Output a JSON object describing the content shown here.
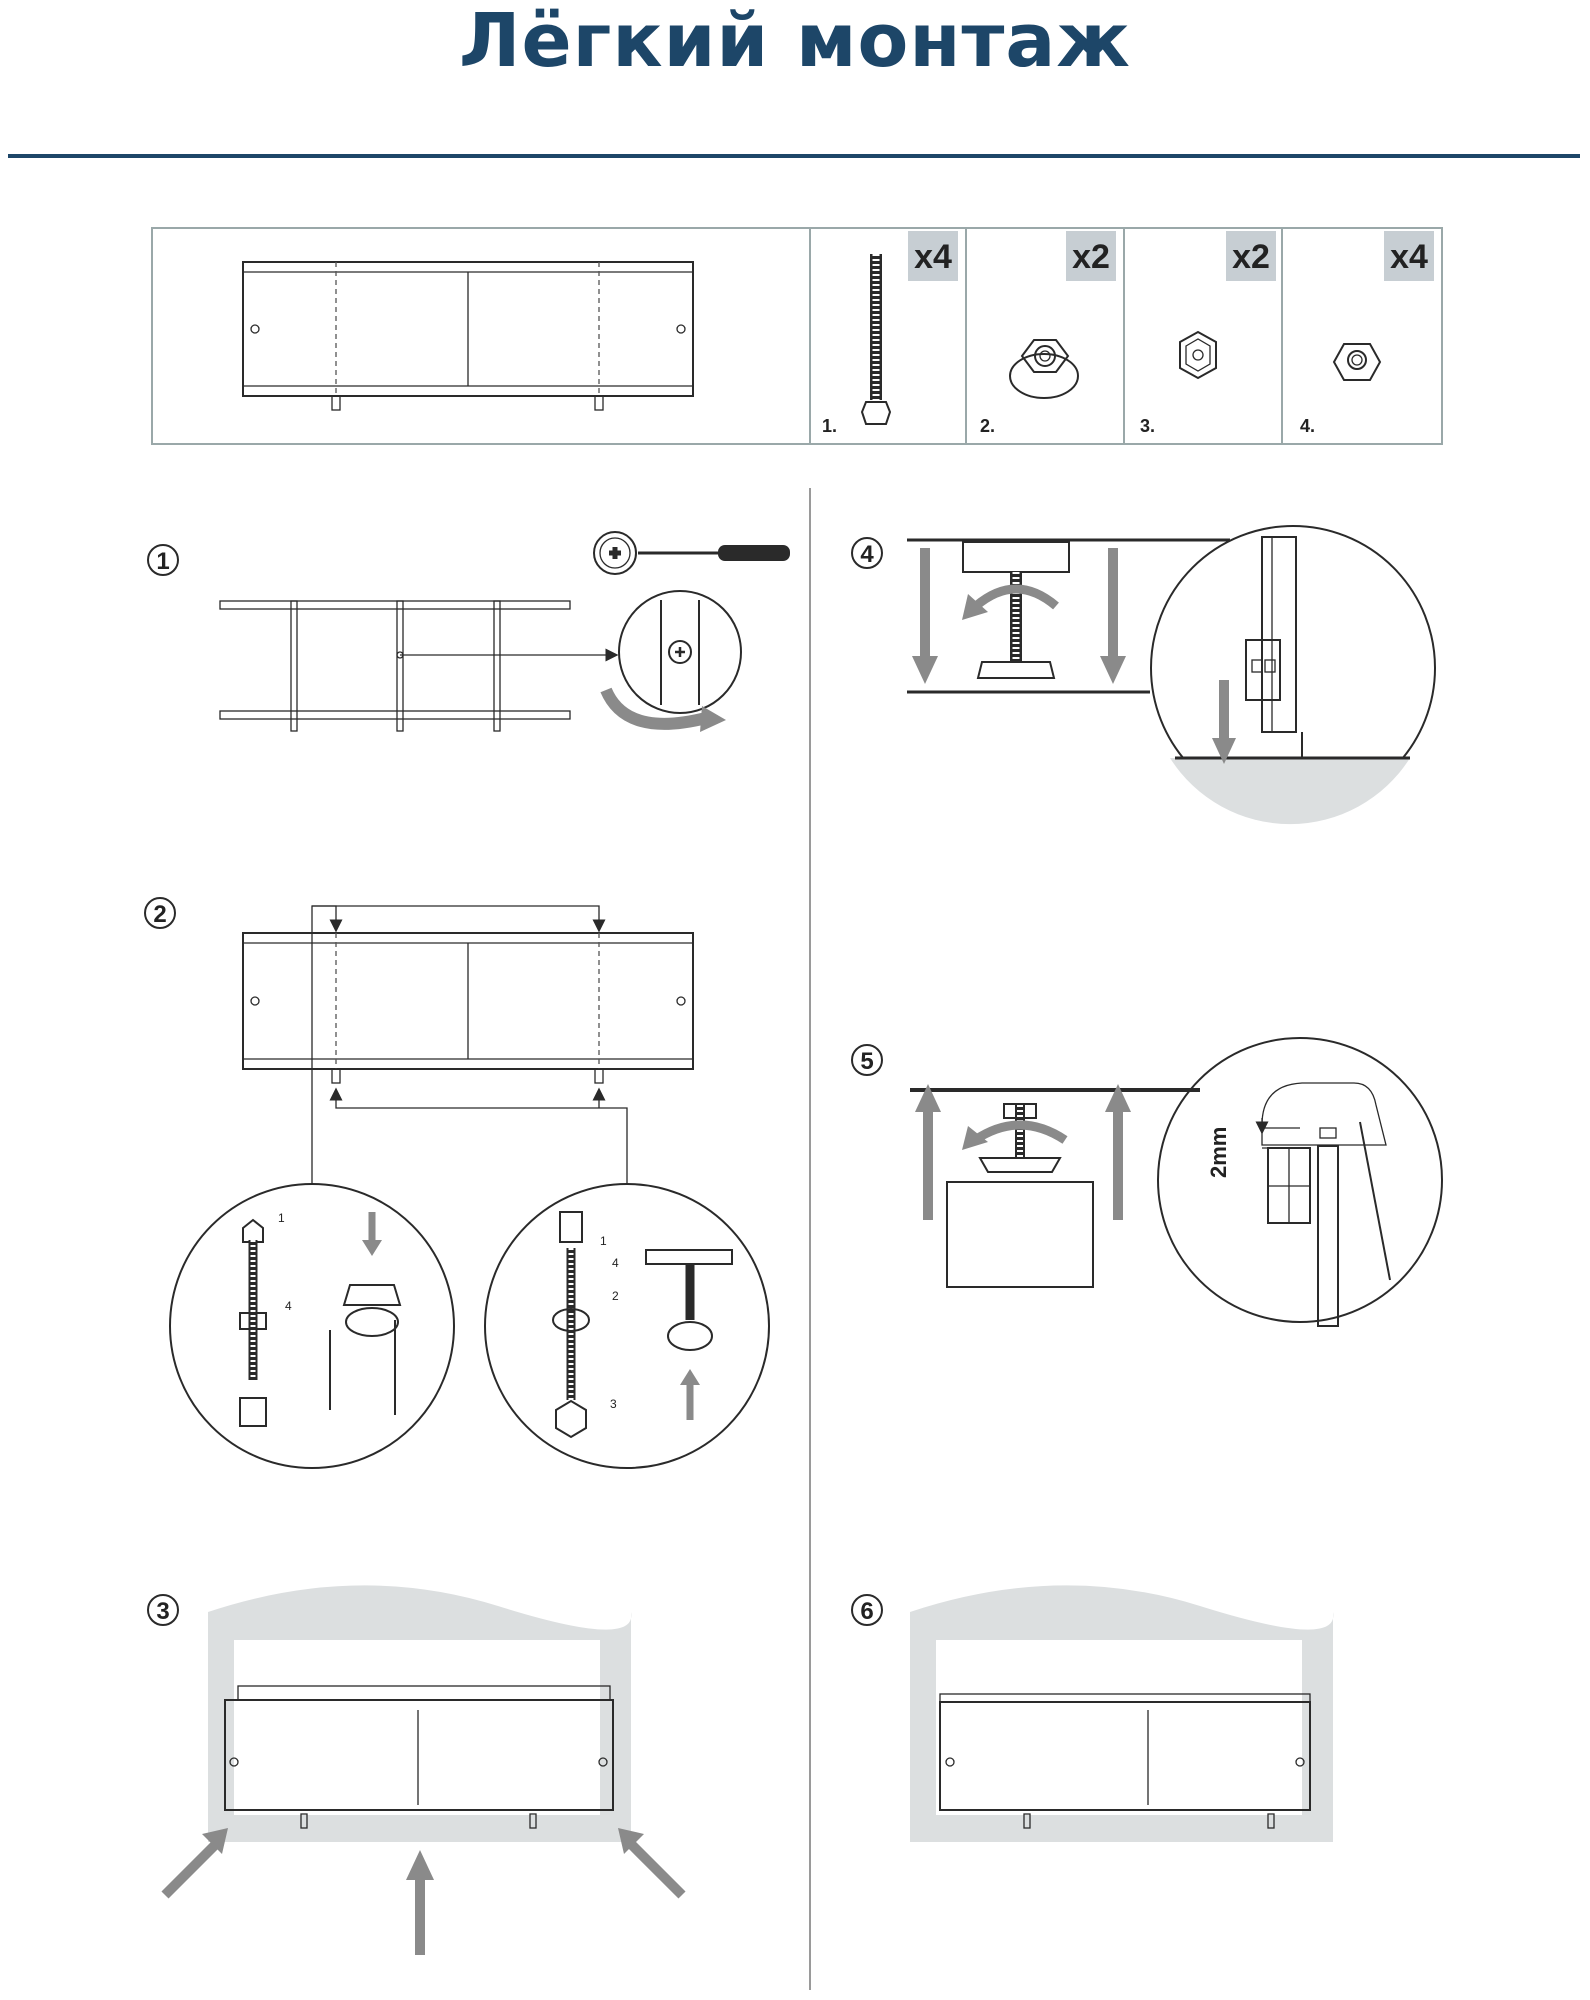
{
  "title": "Лёгкий монтаж",
  "colors": {
    "title": "#1d4668",
    "rule": "#1d4668",
    "arrow": "#8a8a8a",
    "qty_badge": "#c7ced3",
    "wall": "#dcdfe0"
  },
  "parts": [
    {
      "number": "1.",
      "quantity": "x4",
      "icon": "screw-icon"
    },
    {
      "number": "2.",
      "quantity": "x2",
      "icon": "flange-nut-icon"
    },
    {
      "number": "3.",
      "quantity": "x2",
      "icon": "hex-cap-icon"
    },
    {
      "number": "4.",
      "quantity": "x4",
      "icon": "hex-nut-icon"
    }
  ],
  "steps": [
    {
      "number": "1"
    },
    {
      "number": "2",
      "callouts_left": [
        "1",
        "4"
      ],
      "callouts_right": [
        "1",
        "4",
        "2",
        "3"
      ]
    },
    {
      "number": "3"
    },
    {
      "number": "4"
    },
    {
      "number": "5",
      "dimension": "2mm"
    },
    {
      "number": "6"
    }
  ]
}
